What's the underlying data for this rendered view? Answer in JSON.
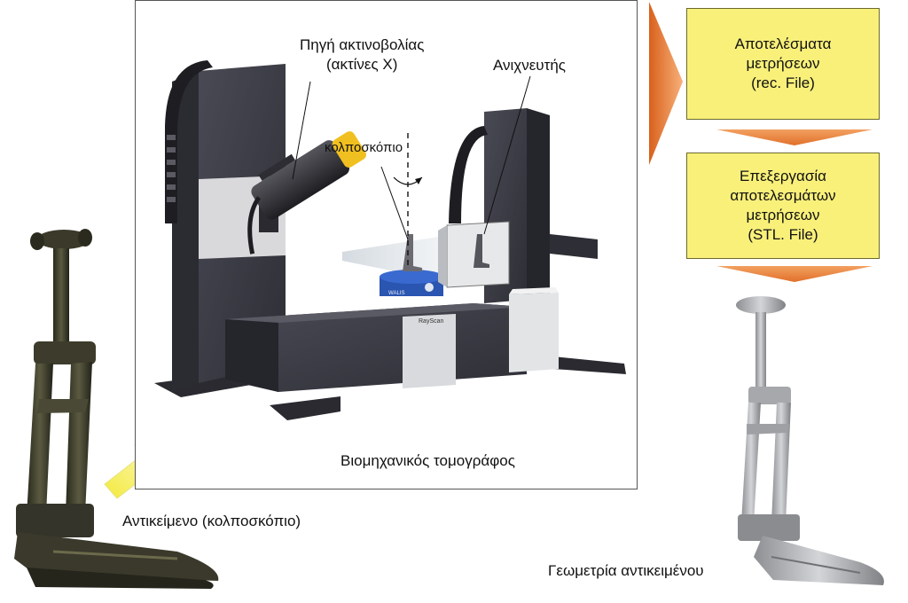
{
  "labels": {
    "xray_source_line1": "Πηγή ακτινοβολίας",
    "xray_source_line2": "(ακτίνες Χ)",
    "detector": "Ανιχνευτής",
    "specimen_label": "κολποσκόπιο",
    "tomograph_caption": "Βιομηχανικός τομογράφος",
    "object_caption": "Αντικείμενο (κολποσκόπιο)",
    "geometry_caption": "Γεωμετρία αντικειμένου",
    "stage_brand": "RayScan",
    "stage_logo": "WALIS"
  },
  "boxes": {
    "results": [
      "Αποτελέσματα",
      "μετρήσεων",
      "(rec. File)"
    ],
    "processing": [
      "Επεξεργασία",
      "αποτελεσμάτων",
      "μετρήσεων",
      "(STL. File)"
    ]
  },
  "colors": {
    "box_fill": "#f9f07a",
    "arrow_orange": "#e8762a",
    "input_arrow_yellow": "#f3ea3c",
    "granite": "#3b3b44"
  }
}
